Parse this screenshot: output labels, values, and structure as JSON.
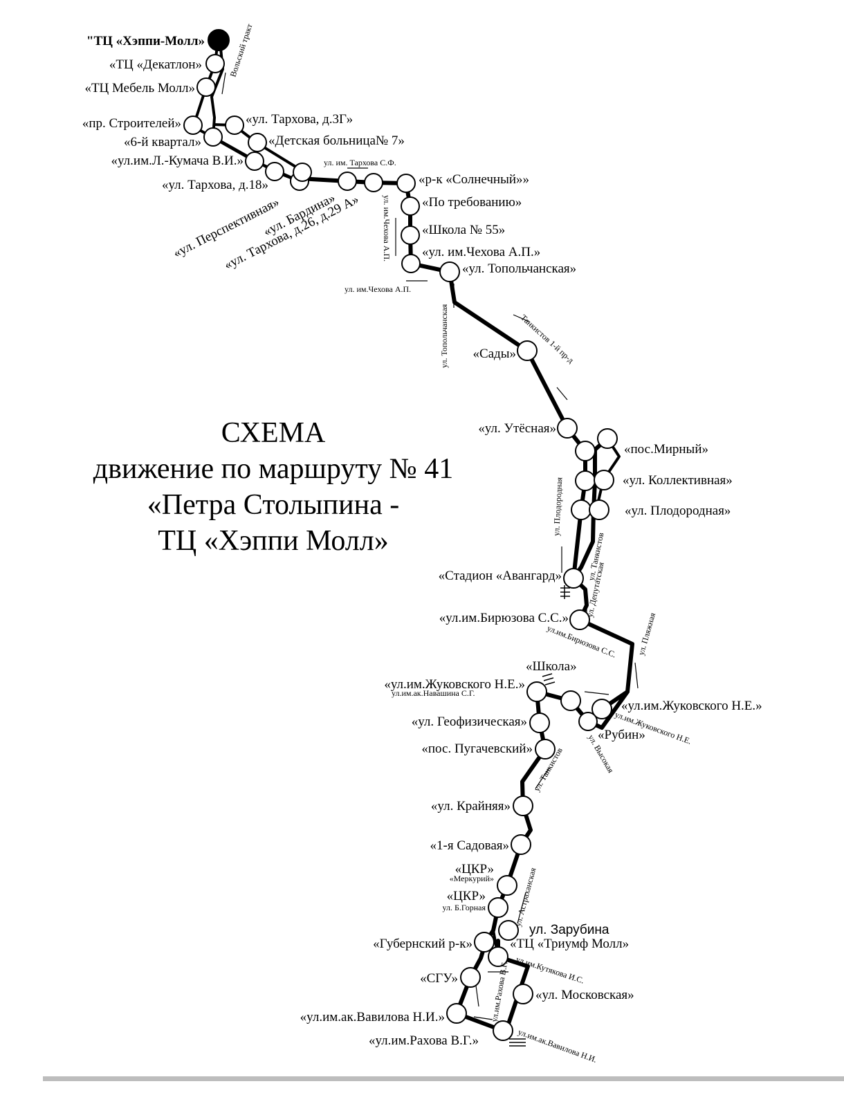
{
  "title": {
    "line1": "СХЕМА",
    "line2": "движение по маршруту № 41",
    "line3": "«Петра Столыпина -",
    "line4": "ТЦ «Хэппи Молл»"
  },
  "stops": [
    {
      "id": "s1",
      "label": "\"ТЦ «Хэппи-Молл»",
      "terminal": true
    },
    {
      "id": "s2",
      "label": "«ТЦ «Декатлон»"
    },
    {
      "id": "s3",
      "label": "«ТЦ Мебель Молл»"
    },
    {
      "id": "s4",
      "label": "«пр. Строителей»"
    },
    {
      "id": "s5",
      "label": "«6-й квартал»"
    },
    {
      "id": "s6",
      "label": "«ул.им.Л.-Кумача В.И.»"
    },
    {
      "id": "s7",
      "label": "«ул. Тархова, д.18»"
    },
    {
      "id": "s8",
      "label": "«ул. Тархова, д.3Г»"
    },
    {
      "id": "s9",
      "label": "«Детская больница№ 7»"
    },
    {
      "id": "s10",
      "label": "«ул. Перспективная»"
    },
    {
      "id": "s11",
      "label": "«ул. Бардина»"
    },
    {
      "id": "s12",
      "label": "«ул. Тархова, д.26, д.29 А»"
    },
    {
      "id": "s13",
      "label": "«р-к «Солнечный»»"
    },
    {
      "id": "s14",
      "label": "«По требованию»"
    },
    {
      "id": "s15",
      "label": "«Школа № 55»"
    },
    {
      "id": "s16",
      "label": "«ул. им.Чехова А.П.»"
    },
    {
      "id": "s17",
      "label": "«ул. Топольчанская»"
    },
    {
      "id": "s18",
      "label": "«Сады»"
    },
    {
      "id": "s19",
      "label": "«ул. Утёсная»"
    },
    {
      "id": "s20",
      "label": "«пос.Мирный»"
    },
    {
      "id": "s21",
      "label": "«ул. Коллективная»"
    },
    {
      "id": "s22",
      "label": "«ул. Плодородная»"
    },
    {
      "id": "s23",
      "label": "«Стадион «Авангард»"
    },
    {
      "id": "s24",
      "label": "«ул.им.Бирюзова С.С.»"
    },
    {
      "id": "s25",
      "label": "«Школа»"
    },
    {
      "id": "s26",
      "label": "«ул.им.Жуковского Н.Е.»"
    },
    {
      "id": "s27",
      "label": "«ул.им.Жуковского Н.Е.»"
    },
    {
      "id": "s28",
      "label": "«Рубин»"
    },
    {
      "id": "s29",
      "label": "«ул. Геофизическая»"
    },
    {
      "id": "s30",
      "label": "«пос. Пугачевский»"
    },
    {
      "id": "s31",
      "label": "«ул. Крайняя»"
    },
    {
      "id": "s32",
      "label": "«1-я Садовая»"
    },
    {
      "id": "s33",
      "label": "«ЦКР»",
      "sub": "«Меркурий»"
    },
    {
      "id": "s34",
      "label": "«ЦКР»",
      "sub": "ул. Б.Горная"
    },
    {
      "id": "s35",
      "label": "ул. Зарубина"
    },
    {
      "id": "s36",
      "label": "«Губернский р-к»"
    },
    {
      "id": "s37",
      "label": "«ТЦ «Триумф Молл»"
    },
    {
      "id": "s38",
      "label": "«СГУ»"
    },
    {
      "id": "s39",
      "label": "«ул. Московская»"
    },
    {
      "id": "s40",
      "label": "«ул.им.ак.Вавилова Н.И.»"
    },
    {
      "id": "s41",
      "label": "«ул.им.Рахова В.Г.»"
    }
  ],
  "streets": {
    "volsky": "Вольский тракт",
    "tarhova": "ул. им. Тархова С.Ф.",
    "chehova_v": "ул. им.Чехова А.П.",
    "chehova_h": "ул. им.Чехова А.П.",
    "topolchanskaya": "ул. Топольчанская",
    "tankistov1": "Танкистов 1-й пр-д",
    "plodorodnaya": "ул. Плодородная",
    "tankistov": "ул. Танкистов",
    "deputatskaya": "ул. Депутатская",
    "biryuzova": "ул.им.Бирюзова С.С.",
    "plyazhnaya": "ул. Пляжная",
    "navashina": "ул.им.ак.Навашина С.Г.",
    "zhukovskogo": "ул.им.Жуковского Н.Е.",
    "vysokaya": "ул. Высокая",
    "tankistov2": "ул. Танкистов",
    "astrakhanskaya": "ул. Астраханская",
    "kutyakova": "ул.им.Кутякова И.С.",
    "rakhova": "ул.им.Рахова В.Г.",
    "vavilova": "ул.им.ак.Вавилова Н.И."
  },
  "colors": {
    "route": "#000000",
    "stop_fill": "#ffffff",
    "bar": "#bdbdbd"
  }
}
